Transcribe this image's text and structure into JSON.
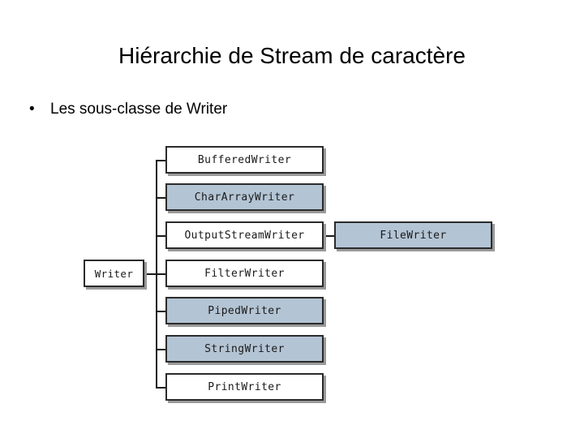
{
  "slide": {
    "title": "Hiérarchie de Stream de caractère",
    "bullet_marker": "•",
    "bullet_text": "Les sous-classe de Writer",
    "background_color": "#ffffff"
  },
  "diagram": {
    "type": "class-hierarchy-tree",
    "root": {
      "label": "Writer",
      "filled": false,
      "fill_color": "#ffffff"
    },
    "colors": {
      "filled_fill": "#b3c4d4",
      "plain_fill": "#ffffff",
      "border": "#2b2b2b",
      "shadow": "#9a9a9a",
      "connector": "#1a1a1a"
    },
    "subclasses": [
      {
        "label": "BufferedWriter",
        "filled": false
      },
      {
        "label": "CharArrayWriter",
        "filled": true
      },
      {
        "label": "OutputStreamWriter",
        "filled": false
      },
      {
        "label": "FilterWriter",
        "filled": false
      },
      {
        "label": "PipedWriter",
        "filled": true
      },
      {
        "label": "StringWriter",
        "filled": true
      },
      {
        "label": "PrintWriter",
        "filled": false
      }
    ],
    "leaf": {
      "label": "FileWriter",
      "filled": true,
      "parent": "OutputStreamWriter"
    }
  }
}
